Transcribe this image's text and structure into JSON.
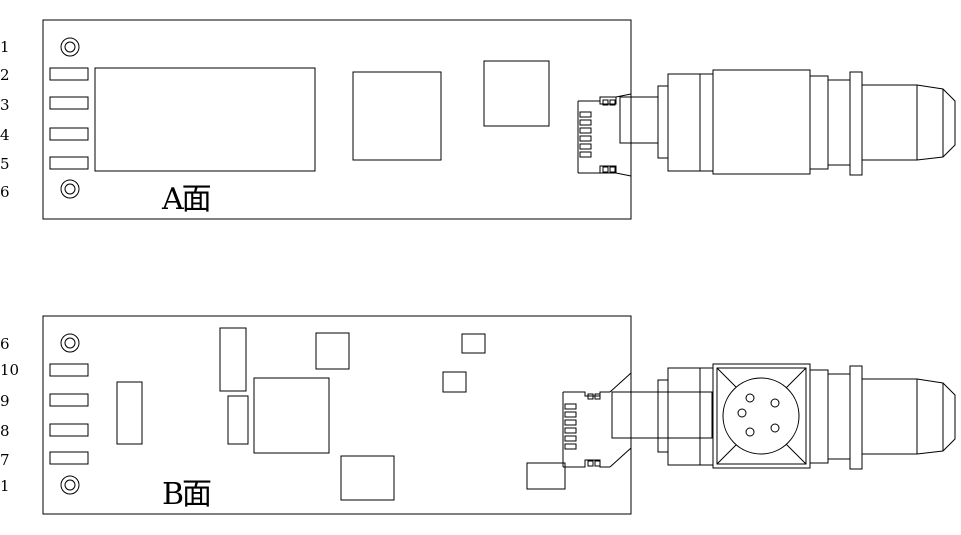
{
  "boards": [
    {
      "side_label": "A面",
      "pin_labels": [
        "1",
        "2",
        "3",
        "4",
        "5",
        "6"
      ]
    },
    {
      "side_label": "B面",
      "pin_labels": [
        "6",
        "10",
        "9",
        "8",
        "7",
        "1"
      ]
    }
  ]
}
